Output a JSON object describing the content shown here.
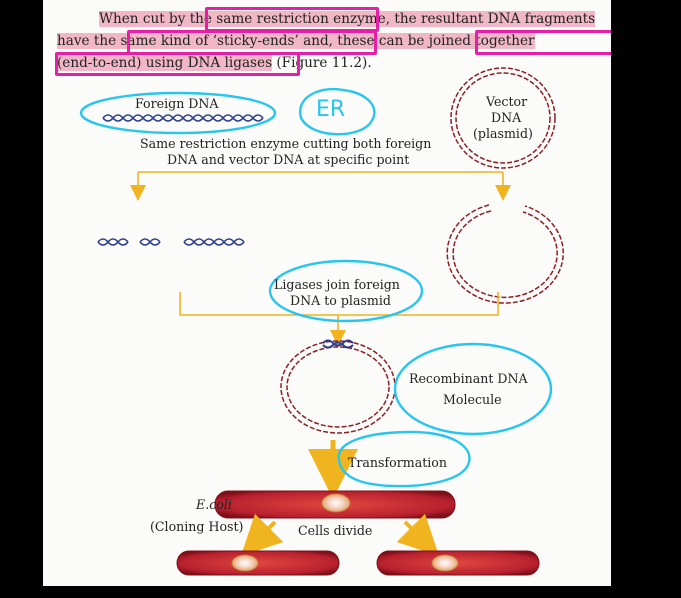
{
  "paragraph": {
    "line1_a": "When cut by the ",
    "line1_b": "same restriction enzyme,",
    "line1_c": " the resultant DNA fragments",
    "line2_a": "have the ",
    "line2_b": "same kind of ‘sticky-ends’ and,",
    "line2_c": " these can be ",
    "line2_d": "joined together",
    "line3_a": "(end-to-end) using DNA ligases",
    "line3_b": " (Figure 11.2)."
  },
  "diagram": {
    "foreign_dna": "Foreign DNA",
    "vector_dna_1": "Vector",
    "vector_dna_2": "DNA",
    "vector_dna_3": "(plasmid)",
    "enzyme_cut_1": "Same restriction enzyme cutting both foreign",
    "enzyme_cut_2": "DNA and vector DNA at specific point",
    "ligase_1": "Ligases join foreign",
    "ligase_2": "DNA to plasmid",
    "recombinant_1": "Recombinant  DNA",
    "recombinant_2": "Molecule",
    "transformation": "Transformation",
    "ecoli": "E.coli",
    "cloning_host": "(Cloning  Host)",
    "cells_divide": "Cells divide"
  },
  "annotations": {
    "handwritten_note": "ER"
  },
  "colors": {
    "highlight": "#f1b7c6",
    "pen_magenta": "#e51fa6",
    "pen_cyan": "#28c6ee",
    "dna_blue": "#2c3e8c",
    "plasmid_red": "#8c1f26",
    "arrow_gold": "#f0b41e",
    "cell_red": "#b8202e"
  }
}
